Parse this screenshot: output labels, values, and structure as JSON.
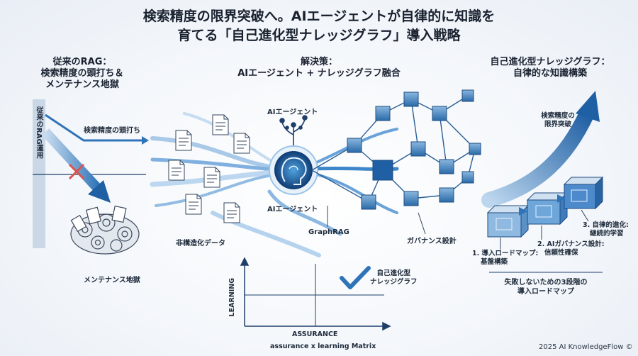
{
  "title": {
    "line1": "検索精度の限界突破へ。AIエージェントが自律的に知識を",
    "line2": "育てる「自己進化型ナレッジグラフ」導入戦略"
  },
  "left": {
    "heading_line1": "従来のRAG：",
    "heading_line2": "検索精度の頭打ち＆",
    "heading_line3": "メンテナンス地獄",
    "vertical_label": "従来のRAG運用",
    "plateau_label": "検索精度の頭打ち",
    "bottom_label": "メンテナンス地獄"
  },
  "center": {
    "heading_line1": "解決策：",
    "heading_line2": "AIエージェント + ナレッジグラフ融合",
    "agent_label_top": "AIエージェント",
    "agent_label_bottom": "AIエージェント",
    "unstructured_label": "非構造化データ",
    "graphrag_label": "GraphRAG",
    "governance_label": "ガバナンス設計"
  },
  "matrix": {
    "y_axis": "LEARNING",
    "x_axis": "ASSURANCE",
    "caption": "assurance x learning Matrix",
    "check_label_line1": "自己進化型",
    "check_label_line2": "ナレッジグラフ"
  },
  "right": {
    "heading_line1": "自己進化型ナレッジグラフ：",
    "heading_line2": "自律的な知識構築",
    "breakthrough_line1": "検索精度の",
    "breakthrough_line2": "限界突破",
    "step3_line1": "3. 自律的進化:",
    "step3_line2": "継続的学習",
    "step2_line1": "2. AIガバナンス設計:",
    "step2_line2": "信頼性確保",
    "step1_line1": "1. 導入ロードマップ:",
    "step1_line2": "基盤構築",
    "roadmap_line1": "失敗しないための3段階の",
    "roadmap_line2": "導入ロードマップ"
  },
  "footer": "2025 AI KnowledgeFlow ©",
  "colors": {
    "navy": "#1f3f6b",
    "blue": "#2f73b8",
    "light_blue": "#9cc4e8",
    "red": "#d9534f"
  }
}
